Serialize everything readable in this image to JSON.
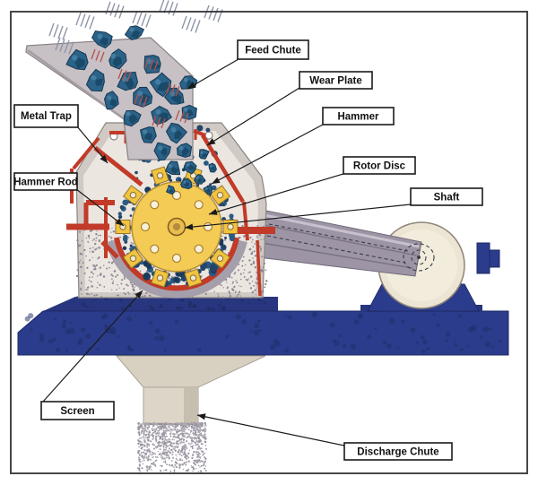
{
  "labels": {
    "feed_chute": "Feed Chute",
    "wear_plate": "Wear Plate",
    "hammer": "Hammer",
    "metal_trap": "Metal Trap",
    "hammer_rod": "Hammer Rod",
    "rotor_disc": "Rotor Disc",
    "shaft": "Shaft",
    "screen": "Screen",
    "discharge_chute": "Discharge Chute"
  },
  "colors": {
    "frame": "#333333",
    "label_text": "#111111",
    "machine_red": "#c23a28",
    "rotor_yellow": "#f3cb55",
    "hammer_yellow": "#f0c440",
    "rock_blue": "#2b6288",
    "particle_navy": "#23456b",
    "base_blue": "#2c3c8c",
    "ledge_blue": "#27367e",
    "housing_gray": "#d0c9c4",
    "chute_gray": "#c7c0c5",
    "motor_cream": "#ece5d4",
    "belt_gray": "#9d95a5",
    "funnel_tan": "#d8d1c2"
  }
}
